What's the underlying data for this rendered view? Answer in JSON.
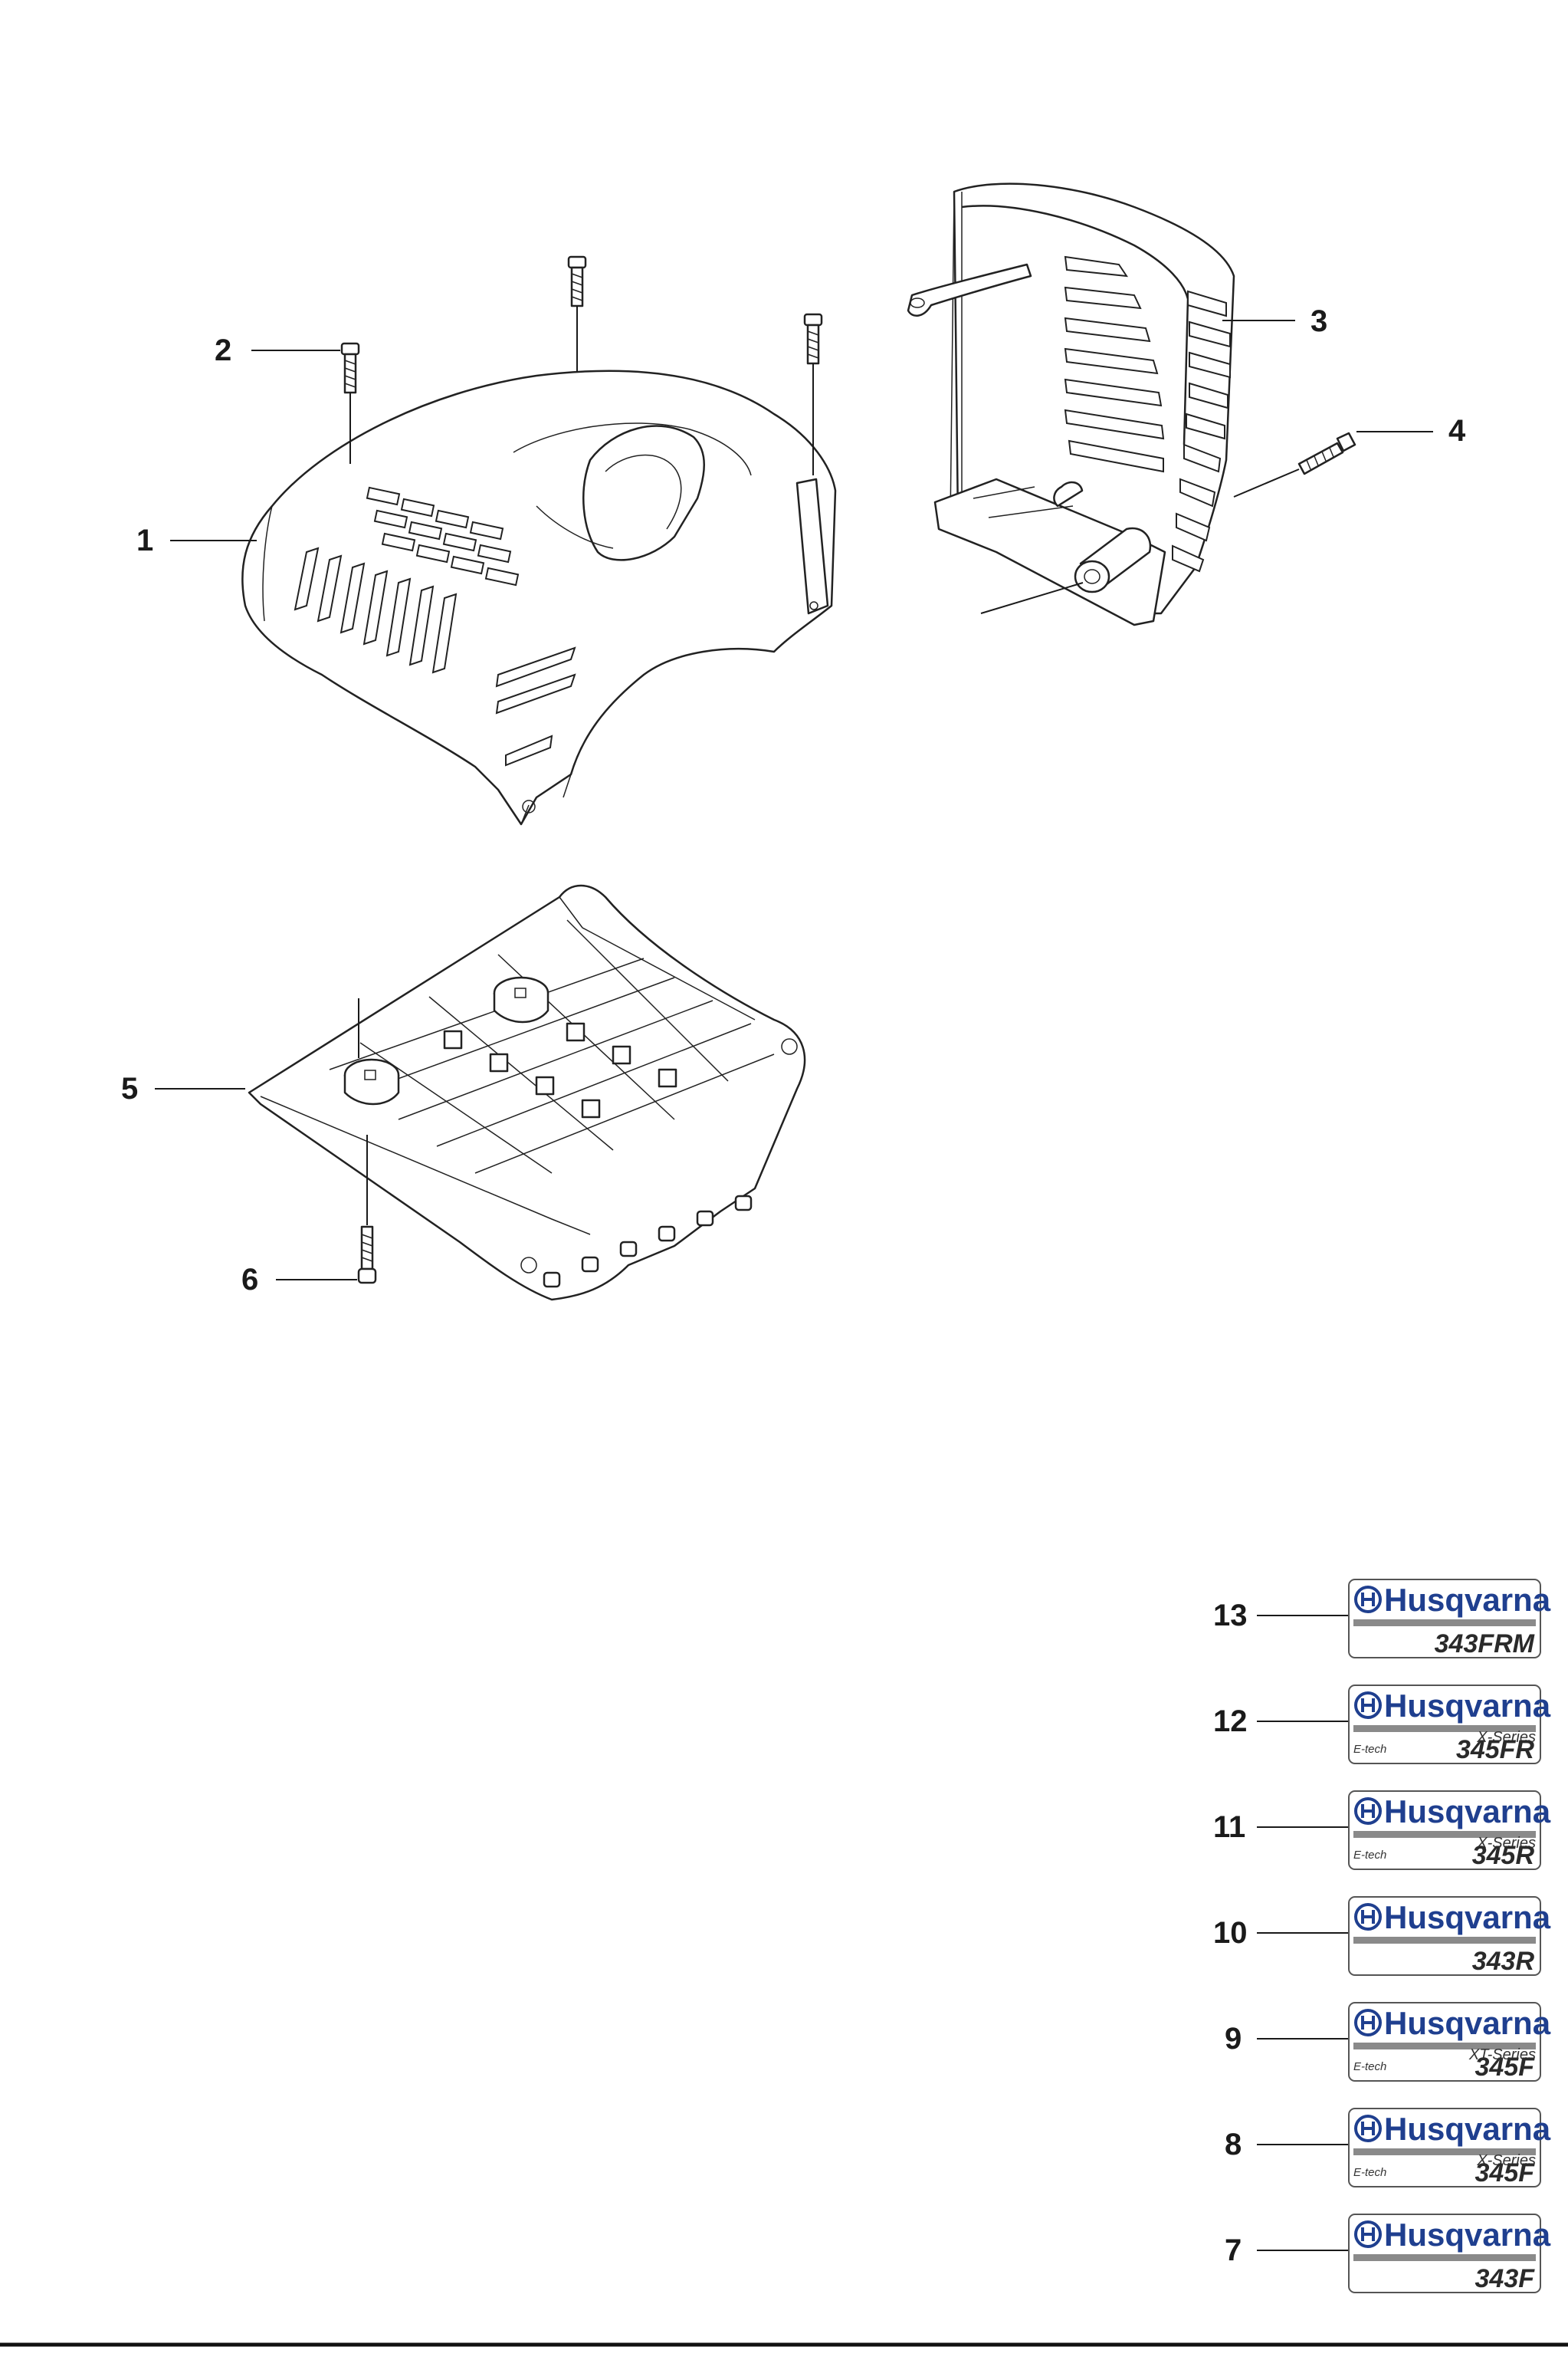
{
  "callouts": [
    {
      "id": "c1",
      "label": "1"
    },
    {
      "id": "c2",
      "label": "2"
    },
    {
      "id": "c3",
      "label": "3"
    },
    {
      "id": "c4",
      "label": "4"
    },
    {
      "id": "c5",
      "label": "5"
    },
    {
      "id": "c6",
      "label": "6"
    },
    {
      "id": "c7",
      "label": "7"
    },
    {
      "id": "c8",
      "label": "8"
    },
    {
      "id": "c9",
      "label": "9"
    },
    {
      "id": "c10",
      "label": "10"
    },
    {
      "id": "c11",
      "label": "11"
    },
    {
      "id": "c12",
      "label": "12"
    },
    {
      "id": "c13",
      "label": "13"
    }
  ],
  "decals": [
    {
      "brand": "Husqvarna",
      "series": "",
      "etech": "",
      "model": "343FRM"
    },
    {
      "brand": "Husqvarna",
      "series": "X-Series",
      "etech": "E-tech",
      "model": "345FR"
    },
    {
      "brand": "Husqvarna",
      "series": "X-Series",
      "etech": "E-tech",
      "model": "345R"
    },
    {
      "brand": "Husqvarna",
      "series": "",
      "etech": "",
      "model": "343R"
    },
    {
      "brand": "Husqvarna",
      "series": "XT-Series",
      "etech": "E-tech",
      "model": "345F"
    },
    {
      "brand": "Husqvarna",
      "series": "X-Series",
      "etech": "E-tech",
      "model": "345F"
    },
    {
      "brand": "Husqvarna",
      "series": "",
      "etech": "",
      "model": "343F"
    }
  ],
  "colors": {
    "brand_blue": "#1f3f8f",
    "line": "#1a1a1a",
    "decal_bar": "#8a8a8a"
  }
}
